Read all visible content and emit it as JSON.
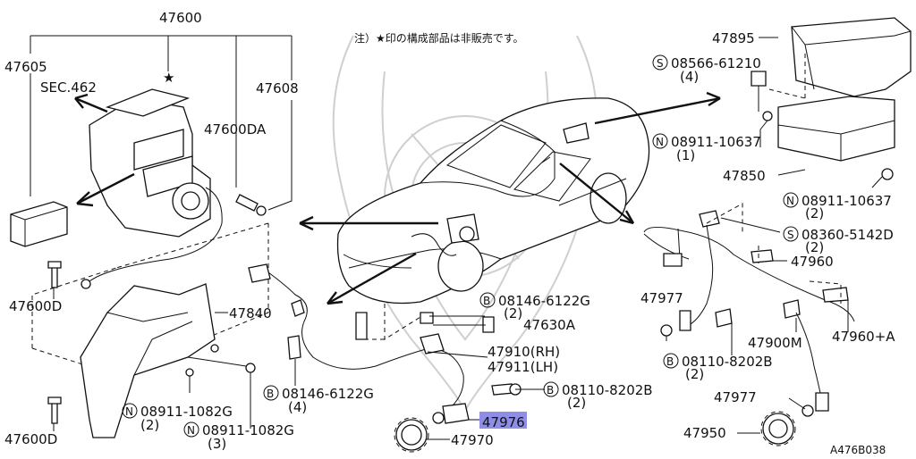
{
  "note": "注）★印の構成部品は非販売です。",
  "diagram_id": "A476B038",
  "labels": {
    "p47600": "47600",
    "p47605": "47605",
    "sec462": "SEC.462",
    "star": "★",
    "p47608": "47608",
    "p47600da": "47600DA",
    "p47600d_top": "47600D",
    "p47600d_bot": "47600D",
    "p47840": "47840",
    "n08911_1082g_a": "08911-1082G",
    "n08911_1082g_a_qty": "(2)",
    "n08911_1082g_b": "08911-1082G",
    "n08911_1082g_b_qty": "(3)",
    "b08146_6122g_a": "08146-6122G",
    "b08146_6122g_a_qty": "(4)",
    "b08146_6122g_b": "08146-6122G",
    "b08146_6122g_b_qty": "(2)",
    "p47630a": "47630A",
    "p47910": "47910(RH)",
    "p47911": "47911(LH)",
    "b08110_8202b_a": "08110-8202B",
    "b08110_8202b_a_qty": "(2)",
    "p47976": "47976",
    "p47970": "47970",
    "p47895": "47895",
    "s08566_61210": "08566-61210",
    "s08566_61210_qty": "(4)",
    "n08911_10637_a": "08911-10637",
    "n08911_10637_a_qty": "(1)",
    "p47850": "47850",
    "n08911_10637_b": "08911-10637",
    "n08911_10637_b_qty": "(2)",
    "s08360_5142d": "08360-5142D",
    "s08360_5142d_qty": "(2)",
    "p47960": "47960",
    "p47977_a": "47977",
    "p47900m": "47900M",
    "p47960a": "47960+A",
    "b08110_8202b_b": "08110-8202B",
    "b08110_8202b_b_qty": "(2)",
    "p47977_b": "47977",
    "p47950": "47950"
  },
  "symbols": {
    "S": "S",
    "N": "N",
    "B": "B"
  },
  "highlight_color": "#8e8ee6"
}
